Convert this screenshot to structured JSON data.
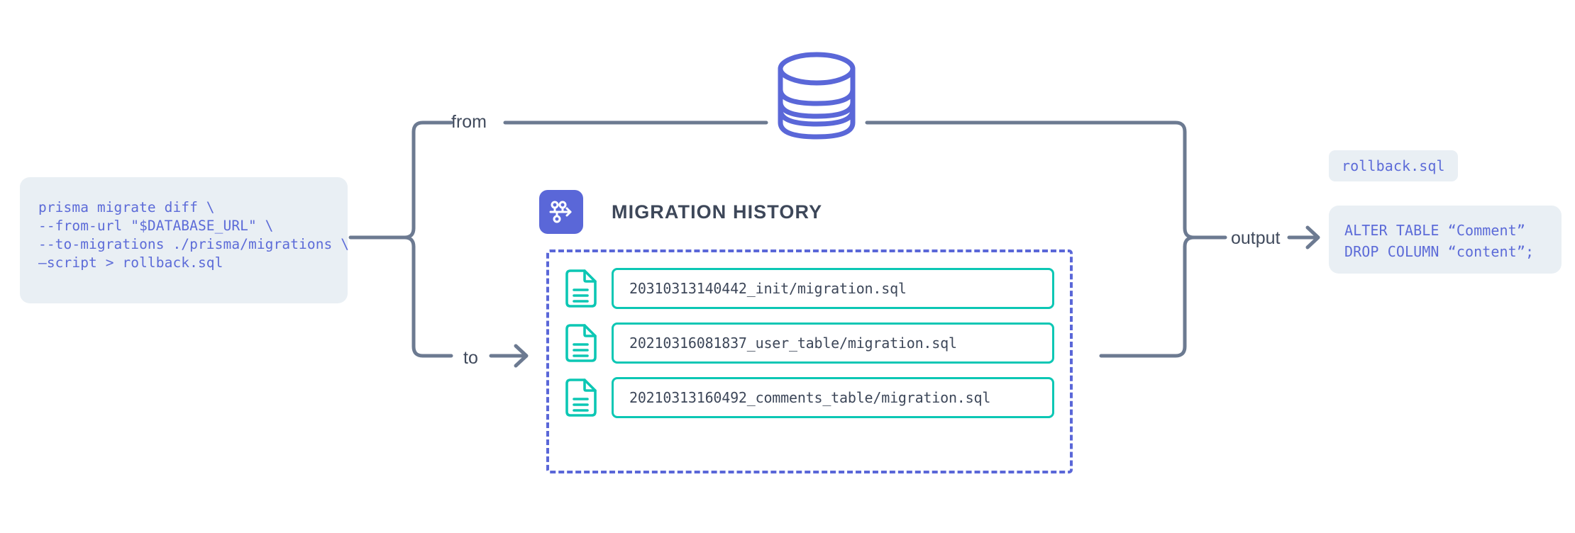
{
  "diagram": {
    "command_block": {
      "name": "prisma-migrate-diff-command",
      "lines": [
        "prisma migrate diff \\",
        "--from-url \"$DATABASE_URL\" \\",
        "--to-migrations ./prisma/migrations \\",
        "–script > rollback.sql"
      ]
    },
    "edges": {
      "from_label": "from",
      "to_label": "to",
      "output_label": "output"
    },
    "database": {
      "icon": "database-cylinder-icon"
    },
    "migration_history": {
      "icon": "migration-branch-icon",
      "title": "MIGRATION HISTORY",
      "files": [
        {
          "icon": "file-document-icon",
          "name": "20310313140442_init/migration.sql"
        },
        {
          "icon": "file-document-icon",
          "name": "20210316081837_user_table/migration.sql"
        },
        {
          "icon": "file-document-icon",
          "name": "20210313160492_comments_table/migration.sql"
        }
      ]
    },
    "output": {
      "filename": "rollback.sql",
      "sql_lines": [
        "ALTER TABLE “Comment”",
        "DROP COLUMN “content”;"
      ]
    },
    "colors": {
      "indigo": "#5A67D8",
      "teal": "#0CC7B4",
      "connector_gray": "#6C7A91",
      "code_bg": "#E9EFF4",
      "text_dark": "#3D4759"
    }
  }
}
